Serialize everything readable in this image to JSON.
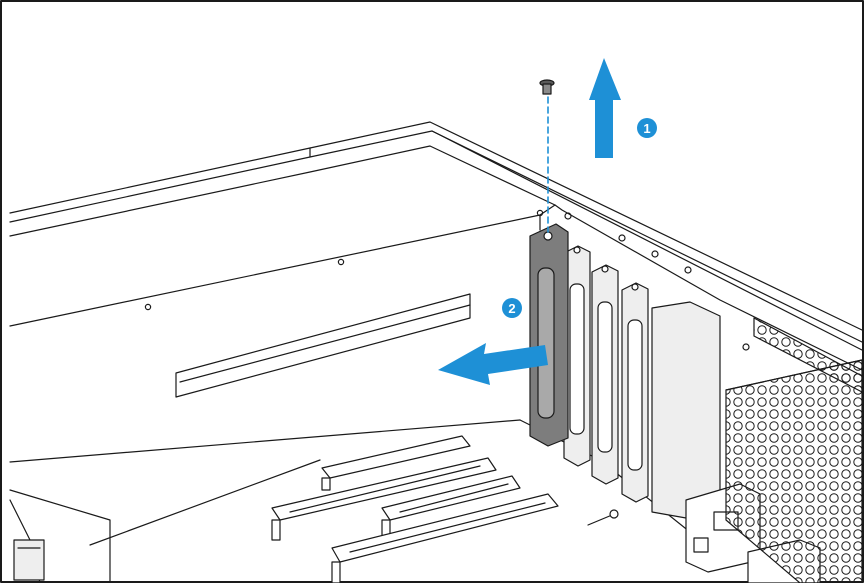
{
  "colors": {
    "accent": "#1e90d6",
    "line": "#1a1a1a",
    "bracket_fill": "#eeeeee",
    "removed_bracket_fill": "#7d7d7d",
    "background": "#ffffff"
  },
  "steps": [
    {
      "number": "1",
      "action": "arrow-up"
    },
    {
      "number": "2",
      "action": "arrow-left"
    }
  ]
}
